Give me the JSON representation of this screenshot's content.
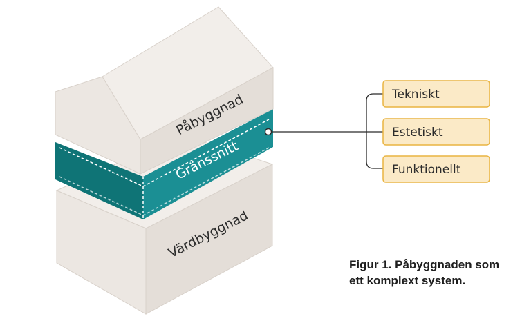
{
  "blocks": {
    "top_label": "Påbyggnad",
    "interface_label": "Gränssnitt",
    "bottom_label": "Värdbyggnad"
  },
  "aspects": [
    {
      "label": "Tekniskt"
    },
    {
      "label": "Estetiskt"
    },
    {
      "label": "Funktionellt"
    }
  ],
  "caption": {
    "line1": "Figur 1. Påbyggnaden som",
    "line2": "ett komplext system."
  },
  "colors": {
    "block_top": "#f2eeea",
    "block_left": "#ece7e2",
    "block_right": "#e4ded8",
    "interface_left": "#0f7476",
    "interface_right": "#1b8f94",
    "box_fill": "#fbeac7",
    "box_border": "#e9b441"
  }
}
